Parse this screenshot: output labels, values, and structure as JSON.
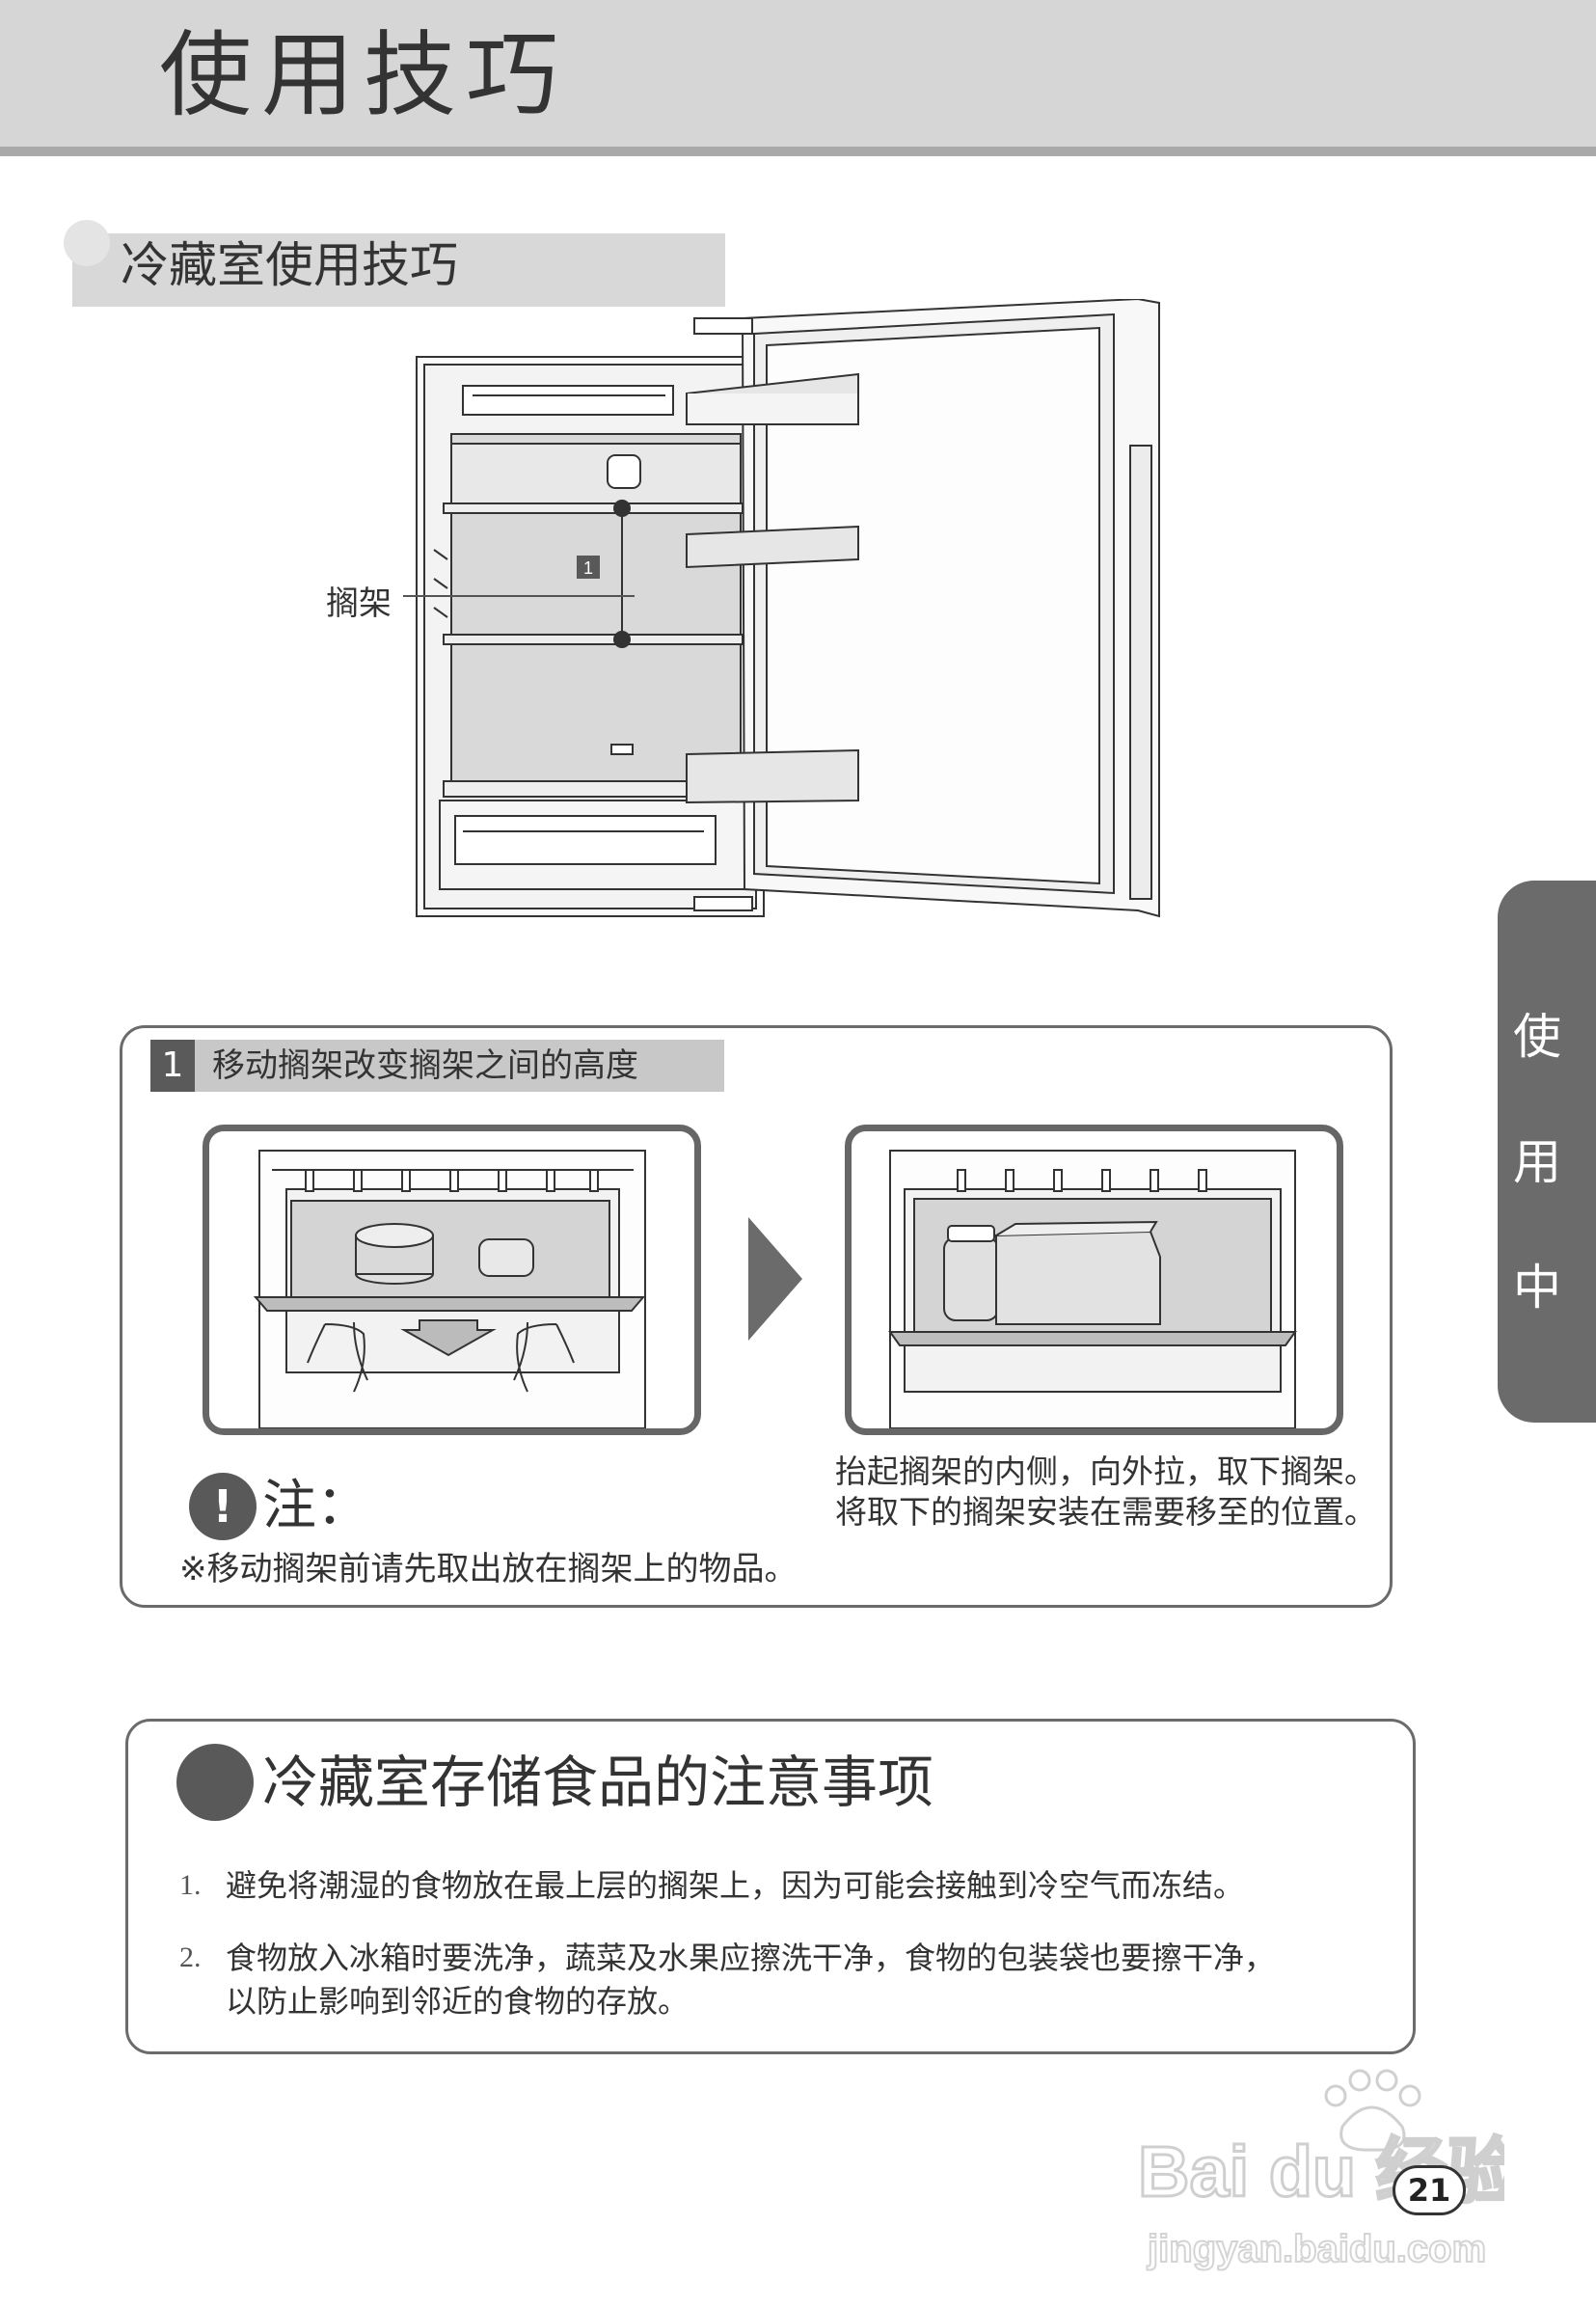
{
  "header": {
    "title": "使用技巧"
  },
  "section1": {
    "title": "冷藏室使用技巧"
  },
  "fridge_figure": {
    "shelf_label": "搁架",
    "callout_number": "1"
  },
  "step1": {
    "number": "1",
    "title": "移动搁架改变搁架之间的高度",
    "note_icon": "!",
    "note_label": "注：",
    "note_text": "※移动搁架前请先取出放在搁架上的物品。",
    "instruction_line1": "抬起搁架的内侧，向外拉，取下搁架。",
    "instruction_line2": "将取下的搁架安装在需要移至的位置。"
  },
  "section2": {
    "title": "冷藏室存储食品的注意事项",
    "items": [
      {
        "num": "1.",
        "text": "避免将潮湿的食物放在最上层的搁架上，因为可能会接触到冷空气而冻结。"
      },
      {
        "num": "2.",
        "text": "食物放入冰箱时要洗净，蔬菜及水果应擦洗干净，食物的包装袋也要擦干净，",
        "text2": "以防止影响到邻近的食物的存放。"
      }
    ]
  },
  "side_tab": {
    "chars": [
      "使",
      "用",
      "中"
    ]
  },
  "page_number": "21",
  "watermark": {
    "brand": "Bai du 经验",
    "url": "jingyan.baidu.com"
  },
  "colors": {
    "header_band": "#d6d6d6",
    "header_rule": "#a9a9a9",
    "dark_gray": "#595959",
    "border": "#6b6b6b"
  }
}
